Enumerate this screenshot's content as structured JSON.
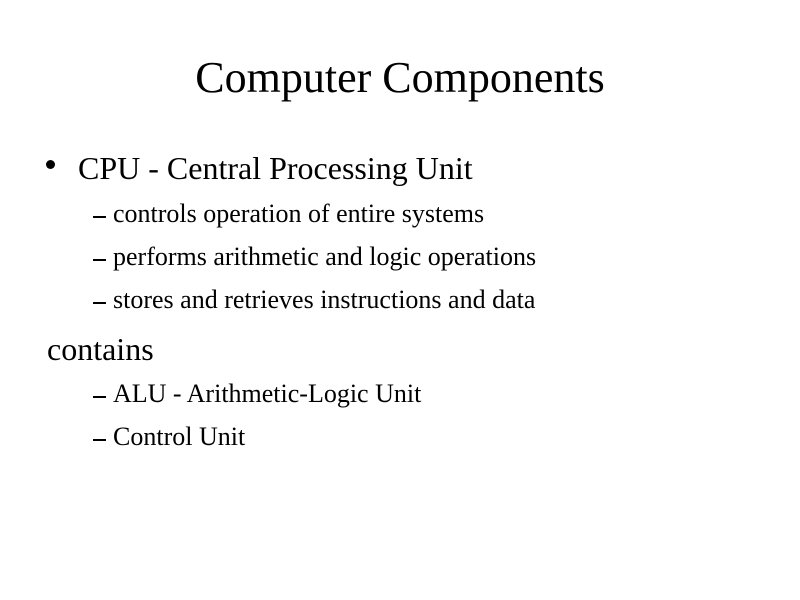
{
  "slide": {
    "title": "Computer Components",
    "items": [
      {
        "text": "CPU - Central Processing Unit",
        "subitems": [
          "controls operation of entire systems",
          "performs arithmetic and logic operations",
          "stores and retrieves instructions and data"
        ]
      },
      {
        "text": "contains",
        "subitems": [
          "ALU - Arithmetic-Logic Unit",
          "Control Unit"
        ]
      }
    ]
  }
}
